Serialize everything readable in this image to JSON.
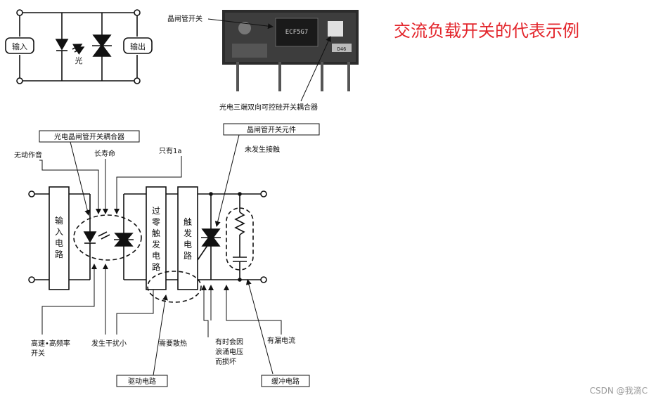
{
  "title": "交流负载开关的代表示例",
  "watermark": "CSDN @我滴C",
  "small_diagram": {
    "input": "输入",
    "output": "输出",
    "light": "光"
  },
  "photo": {
    "thyristor_switch": "晶闸管开关",
    "coupler": "光电三端双向可控硅开关耦合器",
    "chip_text": "ECF5G7",
    "chip_code": "D46"
  },
  "callouts": {
    "photo_thyristor_coupler": "光电晶闸管开关耦合器",
    "thyristor_switch_element": "晶闸管开关元件",
    "no_contact_bounce": "无动作音",
    "long_life": "长寿命",
    "only_1a": "只有1a",
    "no_contact": "未发生接触",
    "high_speed_line1": "高速•高频率",
    "high_speed_line2": "开关",
    "noise_small": "发生干扰小",
    "heat_dissipation": "需要散热",
    "surge_line1": "有时会因",
    "surge_line2": "浪涌电压",
    "surge_line3": "而损坏",
    "leakage_current": "有漏电流",
    "drive_circuit": "驱动电路",
    "snubber_circuit": "缓冲电路"
  },
  "blocks": {
    "input_circuit": [
      "输",
      "入",
      "电",
      "路"
    ],
    "zero_cross": [
      "过",
      "零",
      "触",
      "发",
      "电",
      "路"
    ],
    "trigger": [
      "触",
      "发",
      "电",
      "路"
    ]
  }
}
